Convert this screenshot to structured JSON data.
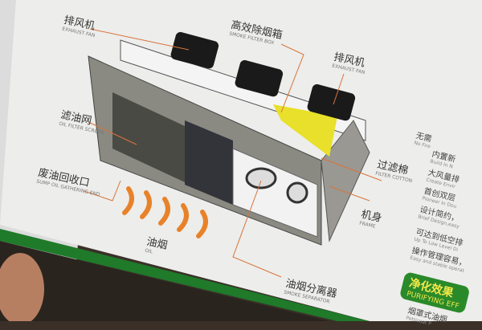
{
  "labels": {
    "fan_left": {
      "zh": "排风机",
      "en": "EXHAUST FAN"
    },
    "filter_box": {
      "zh": "高效除烟箱",
      "en": "SMOKE FILTER BOX"
    },
    "fan_right": {
      "zh": "排风机",
      "en": "EXHAUST FAN"
    },
    "oil_screen": {
      "zh": "滤油网",
      "en": "OIL FILTER SCREEN"
    },
    "sump": {
      "zh": "废油回收口",
      "en": "SUMP OIL GATHERING END"
    },
    "cotton": {
      "zh": "过滤棉",
      "en": "FILTER COTTON"
    },
    "frame": {
      "zh": "机身",
      "en": "FRAME"
    },
    "oil": {
      "zh": "油烟",
      "en": "OIL"
    },
    "separator": {
      "zh": "油烟分离器",
      "en": "SMOKE SEPARATOR"
    }
  },
  "right_column": {
    "items": [
      {
        "zh": "无需",
        "en": "No Fire"
      },
      {
        "zh": "内置新",
        "en": "Build In N"
      },
      {
        "zh": "大风量排",
        "en": "Create Envir"
      },
      {
        "zh": "首创双层",
        "en": "Pioneer In Dou"
      },
      {
        "zh": "设计简约，",
        "en": "Brief Design,easy"
      },
      {
        "zh": "可达到低空排",
        "en": "Up To Low Level Di"
      },
      {
        "zh": "操作管理容易，",
        "en": "Easy and stable operat"
      }
    ],
    "section_zh": "净化效果",
    "section_en": "PURIFYING EFF",
    "bottom_items": [
      {
        "zh": "烟罩式油烟",
        "en": "Petticoat P"
      }
    ]
  },
  "colors": {
    "accent_line": "#d8743a",
    "filter_yellow": "#e8e02a",
    "brand_green": "#2a8a2a"
  }
}
